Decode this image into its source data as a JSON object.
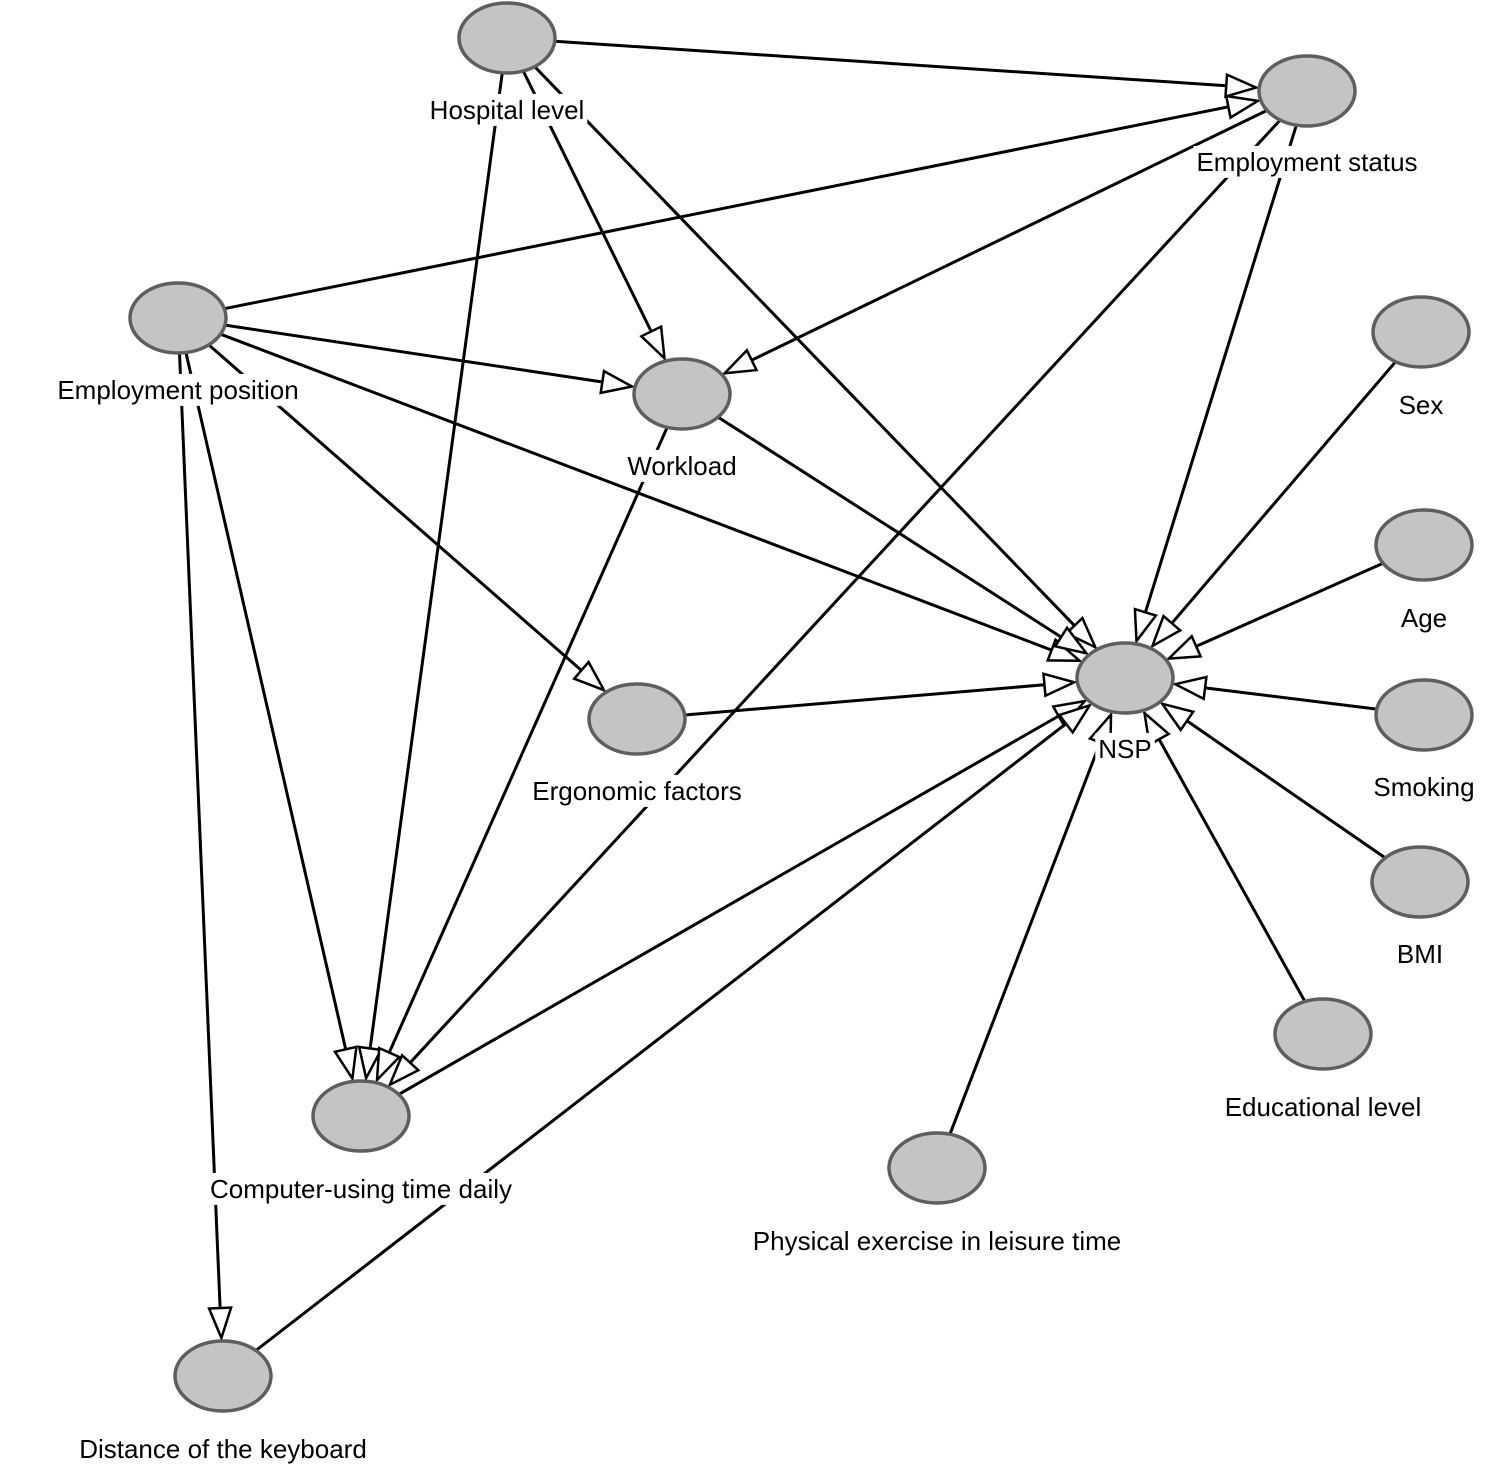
{
  "diagram": {
    "type": "directed-acyclic-graph",
    "node_fill": "#c4c4c4",
    "node_stroke": "#5e5e5e",
    "edge_color": "#000000",
    "arrowhead_style": "open-triangle",
    "nodes": [
      {
        "id": "hospital_level",
        "label": "Hospital level"
      },
      {
        "id": "employment_status",
        "label": "Employment status"
      },
      {
        "id": "employment_position",
        "label": "Employment position"
      },
      {
        "id": "workload",
        "label": "Workload"
      },
      {
        "id": "sex",
        "label": "Sex"
      },
      {
        "id": "age",
        "label": "Age"
      },
      {
        "id": "nsp",
        "label": "NSP"
      },
      {
        "id": "ergonomic_factors",
        "label": "Ergonomic factors"
      },
      {
        "id": "smoking",
        "label": "Smoking"
      },
      {
        "id": "bmi",
        "label": "BMI"
      },
      {
        "id": "educational_level",
        "label": "Educational level"
      },
      {
        "id": "computer_time",
        "label": "Computer-using time daily"
      },
      {
        "id": "physical_exercise",
        "label": "Physical exercise in leisure time"
      },
      {
        "id": "keyboard_distance",
        "label": "Distance of the keyboard"
      }
    ],
    "edges": [
      {
        "from": "hospital_level",
        "to": "employment_status"
      },
      {
        "from": "hospital_level",
        "to": "workload"
      },
      {
        "from": "hospital_level",
        "to": "nsp"
      },
      {
        "from": "hospital_level",
        "to": "computer_time"
      },
      {
        "from": "employment_position",
        "to": "employment_status"
      },
      {
        "from": "employment_position",
        "to": "workload"
      },
      {
        "from": "employment_position",
        "to": "nsp"
      },
      {
        "from": "employment_position",
        "to": "ergonomic_factors"
      },
      {
        "from": "employment_position",
        "to": "computer_time"
      },
      {
        "from": "employment_position",
        "to": "keyboard_distance"
      },
      {
        "from": "employment_status",
        "to": "workload"
      },
      {
        "from": "employment_status",
        "to": "nsp"
      },
      {
        "from": "employment_status",
        "to": "computer_time"
      },
      {
        "from": "workload",
        "to": "nsp"
      },
      {
        "from": "workload",
        "to": "computer_time"
      },
      {
        "from": "ergonomic_factors",
        "to": "nsp"
      },
      {
        "from": "computer_time",
        "to": "nsp"
      },
      {
        "from": "keyboard_distance",
        "to": "nsp"
      },
      {
        "from": "sex",
        "to": "nsp"
      },
      {
        "from": "age",
        "to": "nsp"
      },
      {
        "from": "smoking",
        "to": "nsp"
      },
      {
        "from": "bmi",
        "to": "nsp"
      },
      {
        "from": "educational_level",
        "to": "nsp"
      },
      {
        "from": "physical_exercise",
        "to": "nsp"
      }
    ]
  }
}
